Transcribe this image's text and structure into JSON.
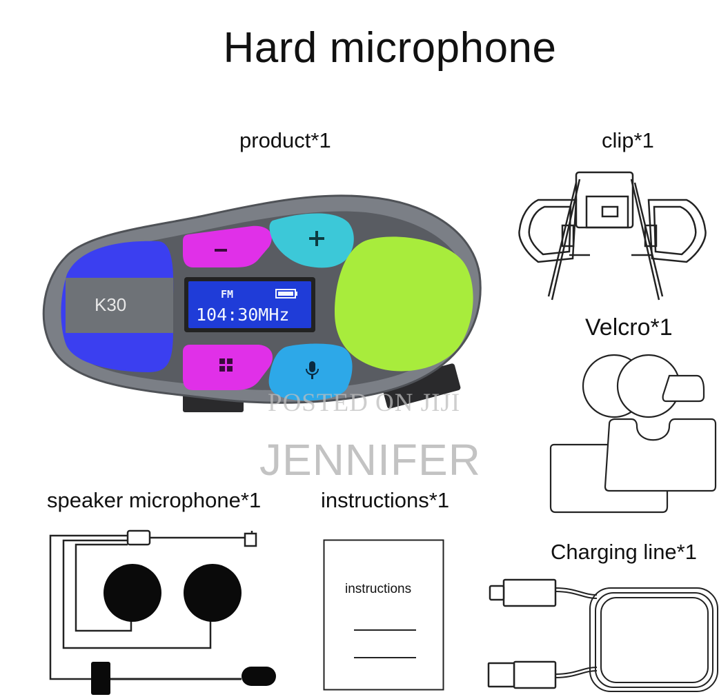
{
  "title": "Hard microphone",
  "items": {
    "product": "product*1",
    "clip": "clip*1",
    "velcro": "Velcro*1",
    "speaker": "speaker microphone*1",
    "instructions": "instructions*1",
    "charging": "Charging line*1"
  },
  "device": {
    "brand": "K30",
    "lcd_band": "FM",
    "lcd_frequency": "104:30MHz",
    "minus_symbol": "−",
    "plus_symbol": "+",
    "colors": {
      "body": "#7b7f86",
      "blue_panel": "#3b3ff0",
      "magenta": "#e030e8",
      "cyan": "#3cc8d8",
      "green": "#a8ec3c",
      "lcd": "#1f3cd8"
    }
  },
  "instructions_sheet": {
    "text": "instructions"
  },
  "watermark": {
    "line1": "POSTED ON JIJI",
    "line2": "JENNIFER"
  }
}
